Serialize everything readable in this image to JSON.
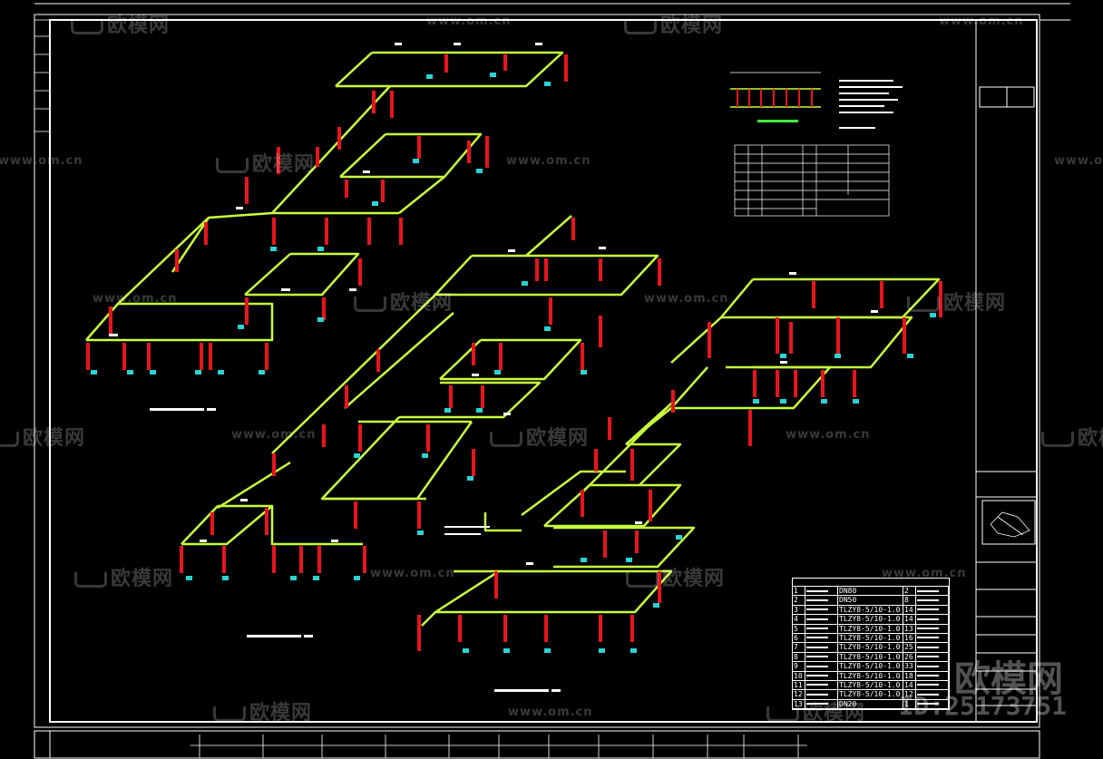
{
  "watermark": {
    "brand": "欧模网",
    "url": "www.om.cn",
    "id": "ID:25173751"
  },
  "colors": {
    "background": "#000000",
    "pipe": "#c8ff3c",
    "riser": "#e8141c",
    "fixture": "#2ad4d4",
    "frame": "#ffffff",
    "text": "#ffffff"
  },
  "legend_table": {
    "rows": [
      {
        "no": "1",
        "size": "DN80",
        "qty": "2"
      },
      {
        "no": "2",
        "size": "DN50",
        "qty": "8"
      },
      {
        "no": "3",
        "size": "TLZY8-5/10-1.0",
        "qty": "14"
      },
      {
        "no": "4",
        "size": "TLZY8-5/10-1.0",
        "qty": "14"
      },
      {
        "no": "5",
        "size": "TLZY8-5/10-1.0",
        "qty": "13"
      },
      {
        "no": "6",
        "size": "TLZY8-5/10-1.0",
        "qty": "16"
      },
      {
        "no": "7",
        "size": "TLZY8-5/10-1.0",
        "qty": "25"
      },
      {
        "no": "8",
        "size": "TLZY8-5/10-1.0",
        "qty": "26"
      },
      {
        "no": "9",
        "size": "TLZY8-5/10-1.0",
        "qty": "33"
      },
      {
        "no": "10",
        "size": "TLZY8-5/10-1.0",
        "qty": "18"
      },
      {
        "no": "11",
        "size": "TLZY8-5/10-1.0",
        "qty": "14"
      },
      {
        "no": "12",
        "size": "TLZY8-5/10-1.0",
        "qty": "12"
      },
      {
        "no": "13",
        "size": "DN20",
        "qty": "1"
      }
    ]
  }
}
